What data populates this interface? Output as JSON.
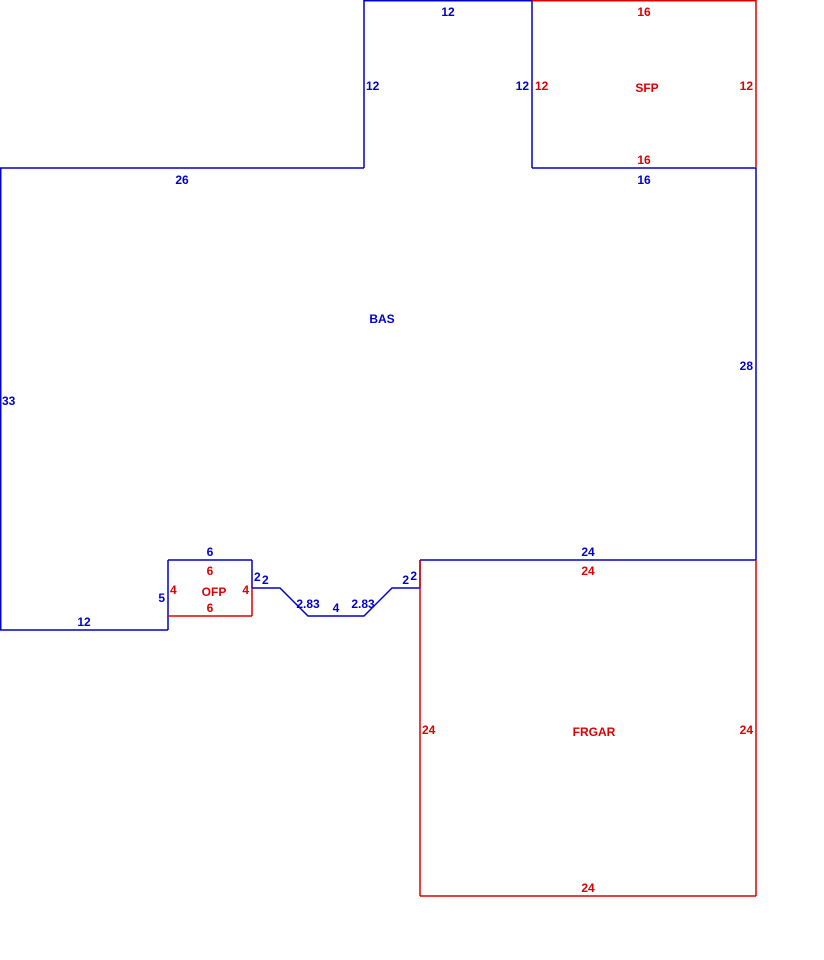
{
  "colors": {
    "main": "#0000cc",
    "sub": "#dd0000",
    "background": "#ffffff"
  },
  "areas": {
    "bas": "BAS",
    "sfp": "SFP",
    "ofp": "OFP",
    "frgar": "FRGAR"
  },
  "dimensions": {
    "bas": {
      "top_upper": "12",
      "left_upper": "12",
      "right_upper": "12",
      "top_left": "26",
      "top_right": "16",
      "right": "28",
      "left": "33",
      "bottom_left": "12",
      "ofp_left": "5",
      "ofp_top": "6",
      "ofp_right": "2",
      "step_a": "2",
      "diag_a": "2.83",
      "mid": "4",
      "diag_b": "2.83",
      "step_b": "2",
      "gar_right": "2",
      "gar_top": "24"
    },
    "sfp": {
      "top": "16",
      "left": "12",
      "right": "12",
      "bottom": "16"
    },
    "ofp": {
      "top": "6",
      "left": "4",
      "right": "4",
      "bottom": "6"
    },
    "frgar": {
      "top": "24",
      "left": "24",
      "right": "24",
      "bottom": "24"
    }
  }
}
